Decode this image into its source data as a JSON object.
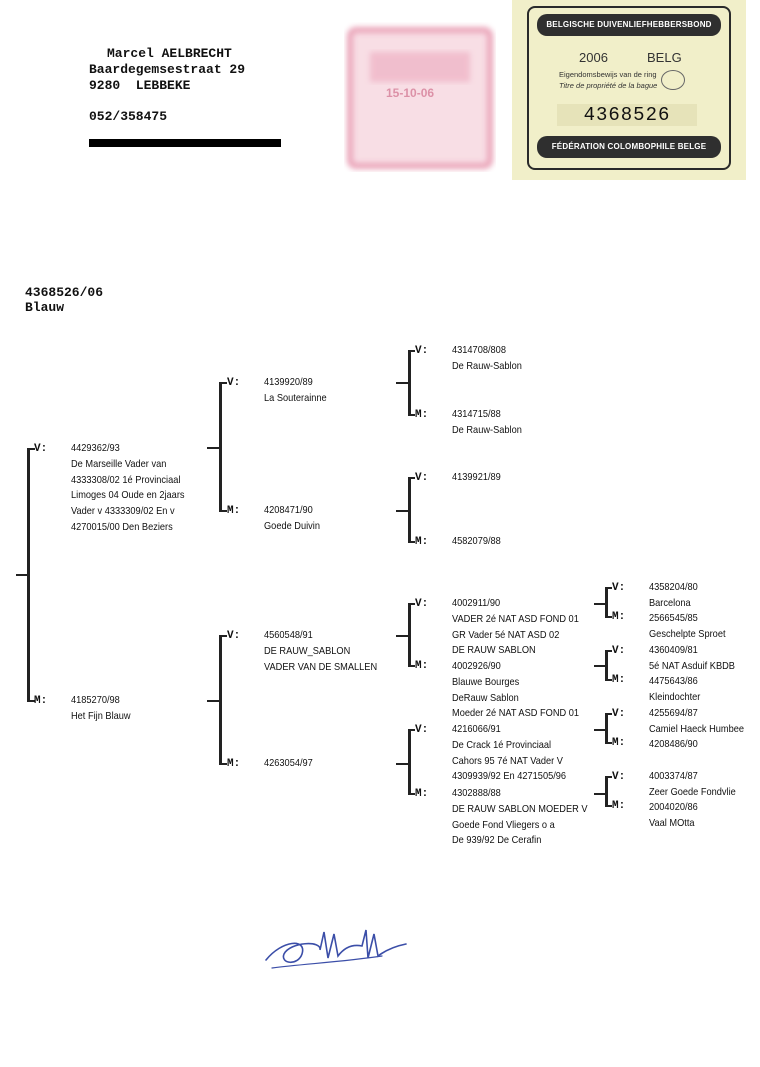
{
  "owner": {
    "name": "Marcel AELBRECHT",
    "street": "Baardegemsestraat 29",
    "city": "9280  LEBBEKE",
    "phone": "052/358475"
  },
  "ring_card": {
    "top_banner": "BELGISCHE DUIVENLIEFHEBBERSBOND",
    "year": "2006",
    "country": "BELG",
    "line1": "Eigendomsbewijs van de ring",
    "line2": "Titre de propriété de la bague",
    "ring_number": "4368526",
    "bottom_banner": "FÉDÉRATION COLOMBOPHILE BELGE",
    "background": "#f1efc9"
  },
  "stamp": {
    "text": "15-10-06",
    "color": "#e8a0b4"
  },
  "subject": {
    "ring": "4368526/06",
    "color": "Blauw"
  },
  "labels": {
    "father": "V:",
    "mother": "M:"
  },
  "pedigree": {
    "sire": {
      "text": "4429362/93\nDe Marseille Vader van\n4333308/02 1é Provinciaal\nLimoges 04 Oude en 2jaars\nVader v 4333309/02 En v\n4270015/00 Den Beziers"
    },
    "dam": {
      "text": "4185270/98\nHet Fijn Blauw"
    },
    "ss": {
      "text": "4139920/89\nLa Souterainne"
    },
    "sd": {
      "text": "4208471/90\nGoede Duivin"
    },
    "ds": {
      "text": "4560548/91\nDE RAUW_SABLON\nVADER VAN DE SMALLEN"
    },
    "dd": {
      "text": "4263054/97"
    },
    "sss": {
      "text": "4314708/808\nDe Rauw-Sablon"
    },
    "ssd": {
      "text": "4314715/88\nDe Rauw-Sablon"
    },
    "sds": {
      "text": "4139921/89"
    },
    "sdd": {
      "text": "4582079/88"
    },
    "dss": {
      "text": "4002911/90\nVADER 2é NAT ASD FOND 01\nGR Vader 5é NAT ASD 02\nDE RAUW SABLON"
    },
    "dsd": {
      "text": "4002926/90\nBlauwe Bourges\nDeRauw Sablon\nMoeder 2é NAT ASD FOND 01"
    },
    "dds": {
      "text": "4216066/91\nDe Crack 1é Provinciaal\nCahors 95 7é NAT Vader V\n4309939/92 En 4271505/96"
    },
    "ddd": {
      "text": "4302888/88\nDE RAUW SABLON MOEDER V\nGoede Fond Vliegers o a\nDe 939/92 De Cerafin"
    },
    "dsss": {
      "text": "4358204/80\nBarcelona"
    },
    "dssd": {
      "text": "2566545/85\nGeschelpte Sproet"
    },
    "dsds": {
      "text": "4360409/81\n5é NAT Asduif KBDB"
    },
    "dsdd": {
      "text": "4475643/86\nKleindochter"
    },
    "ddss": {
      "text": "4255694/87\nCamiel Haeck Humbee"
    },
    "ddsd": {
      "text": "4208486/90"
    },
    "ddds": {
      "text": "4003374/87\nZeer Goede Fondvlie"
    },
    "dddd": {
      "text": "2004020/86\nVaal MOtta"
    }
  },
  "signature": "signature"
}
